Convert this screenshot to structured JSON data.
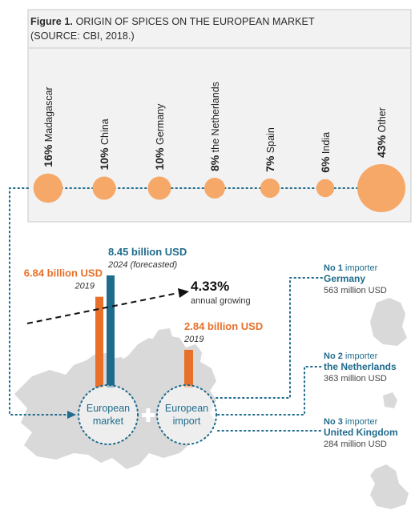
{
  "figure": {
    "label": "Figure 1.",
    "title": "ORIGIN OF SPICES ON THE EUROPEAN MARKET",
    "source": "(SOURCE: CBI, 2018.)"
  },
  "chart_data": [
    {
      "type": "bubble",
      "title": "ORIGIN OF SPICES ON THE EUROPEAN MARKET",
      "categories": [
        "Madagascar",
        "China",
        "Germany",
        "the Netherlands",
        "Spain",
        "India",
        "Other"
      ],
      "values": [
        16,
        10,
        10,
        8,
        7,
        6,
        43
      ],
      "value_labels": [
        "16%",
        "10%",
        "10%",
        "8%",
        "7%",
        "6%",
        "43%"
      ],
      "color": "#F5A868"
    },
    {
      "type": "bar",
      "series": [
        {
          "label": "6.84 billion USD",
          "sublabel": "2019",
          "value": 6.84,
          "color": "#E8702A"
        },
        {
          "label": "8.45 billion USD",
          "sublabel": "2024 (forecasted)",
          "value": 8.45,
          "color": "#1F6B8C"
        },
        {
          "label": "2.84 billion USD",
          "sublabel": "2019",
          "value": 2.84,
          "color": "#E8702A"
        }
      ],
      "growth_value": "4.33%",
      "growth_label": "annual growing"
    }
  ],
  "circles": {
    "market": [
      "European",
      "market"
    ],
    "import": [
      "European",
      "import"
    ]
  },
  "importers": [
    {
      "rank": "No 1",
      "suffix": " importer",
      "country": "Germany",
      "amount": "563 million USD"
    },
    {
      "rank": "No 2",
      "suffix": " importer",
      "country": "the Netherlands",
      "amount": "363 million USD"
    },
    {
      "rank": "No 3",
      "suffix": " importer",
      "country": "United Kingdom",
      "amount": "284 million USD"
    }
  ],
  "colors": {
    "orange": "#E8702A",
    "teal": "#1F6B8C",
    "bubble": "#F5A868",
    "map": "#D9D9D9",
    "panel_bg": "#F2F2F2"
  }
}
